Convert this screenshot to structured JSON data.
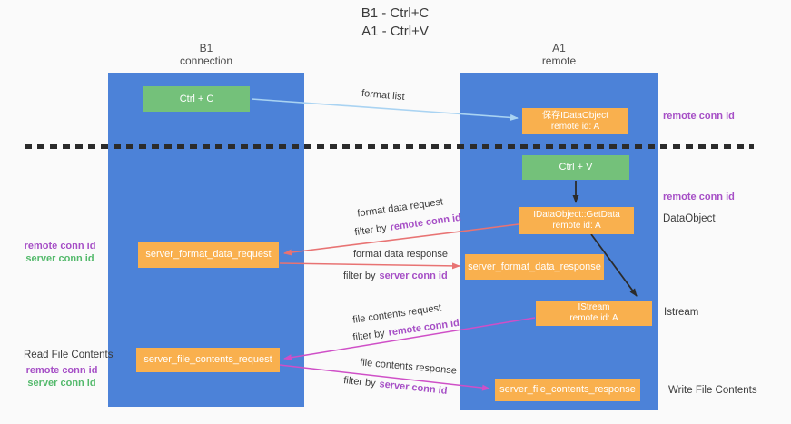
{
  "title": {
    "line1": "B1 - Ctrl+C",
    "line2": "A1 - Ctrl+V"
  },
  "columns": {
    "left": {
      "name": "B1",
      "role": "connection"
    },
    "right": {
      "name": "A1",
      "role": "remote"
    }
  },
  "nodes": {
    "ctrl_c": {
      "label": "Ctrl + C"
    },
    "ctrl_v": {
      "label": "Ctrl + V"
    },
    "save_dataobject": {
      "line1": "保存IDataObject",
      "line2": "remote id: A"
    },
    "getdata": {
      "line1": "IDataObject::GetData",
      "line2": "remote id: A"
    },
    "istream": {
      "line1": "IStream",
      "line2": "remote id: A"
    },
    "format_request": {
      "label": "server_format_data_request"
    },
    "format_response": {
      "label": "server_format_data_response"
    },
    "file_request": {
      "label": "server_file_contents_request"
    },
    "file_response": {
      "label": "server_file_contents_response"
    }
  },
  "arrow_labels": {
    "format_list": "format list",
    "format_data_request": "format data request",
    "format_data_response": "format data response",
    "file_contents_request": "file contents request",
    "file_contents_response": "file contents response",
    "filter_by": "filter by",
    "remote_conn_id": "remote conn id",
    "server_conn_id": "server conn id"
  },
  "side_labels": {
    "remote_conn_id_top": "remote conn id",
    "remote_conn_id_mid": "remote conn id",
    "dataobject": "DataObject",
    "istream": "Istream",
    "write_file_contents": "Write File Contents",
    "read_file_contents": "Read File Contents",
    "left_remote_conn_id_1": "remote conn id",
    "left_server_conn_id_1": "server conn id",
    "left_remote_conn_id_2": "remote conn id",
    "left_server_conn_id_2": "server conn id"
  },
  "colors": {
    "background": "#fafafa",
    "column_blue": "#4c82d8",
    "box_green": "#74c17a",
    "box_orange": "#f9b04e",
    "arrow_red": "#e87373",
    "arrow_magenta": "#cf4fc7",
    "arrow_lightblue": "#a9d3f2",
    "arrow_black": "#2b2b2b",
    "text_purple": "#a64fc6",
    "text_green": "#53b96b",
    "text_dark": "#3c3c3c"
  }
}
